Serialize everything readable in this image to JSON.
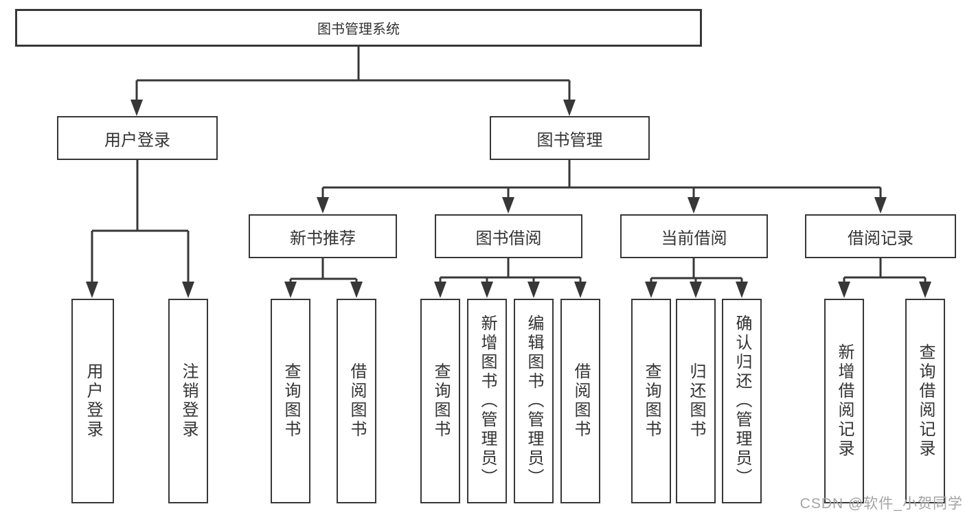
{
  "diagram": {
    "root": {
      "label": "图书管理系统"
    },
    "branches": [
      {
        "label": "用户登录",
        "children": [
          {
            "label": "用户登录"
          },
          {
            "label": "注销登录"
          }
        ]
      },
      {
        "label": "图书管理",
        "groups": [
          {
            "label": "新书推荐",
            "children": [
              {
                "label": "查询图书"
              },
              {
                "label": "借阅图书"
              }
            ]
          },
          {
            "label": "图书借阅",
            "children": [
              {
                "label": "查询图书"
              },
              {
                "label": "新增图书（管理员）"
              },
              {
                "label": "编辑图书（管理员）"
              },
              {
                "label": "借阅图书"
              }
            ]
          },
          {
            "label": "当前借阅",
            "children": [
              {
                "label": "查询图书"
              },
              {
                "label": "归还图书"
              },
              {
                "label": "确认归还（管理员）"
              }
            ]
          },
          {
            "label": "借阅记录",
            "children": [
              {
                "label": "新增借阅记录"
              },
              {
                "label": "查询借阅记录"
              }
            ]
          }
        ]
      }
    ]
  },
  "watermark": {
    "text": "CSDN @软件_小贺同学"
  },
  "colors": {
    "line": "#373737",
    "box_border": "#373737",
    "box_fill": "#ffffff",
    "label_text": "#333333",
    "watermark_text": "#a3a3a3",
    "background": "#ffffff"
  }
}
